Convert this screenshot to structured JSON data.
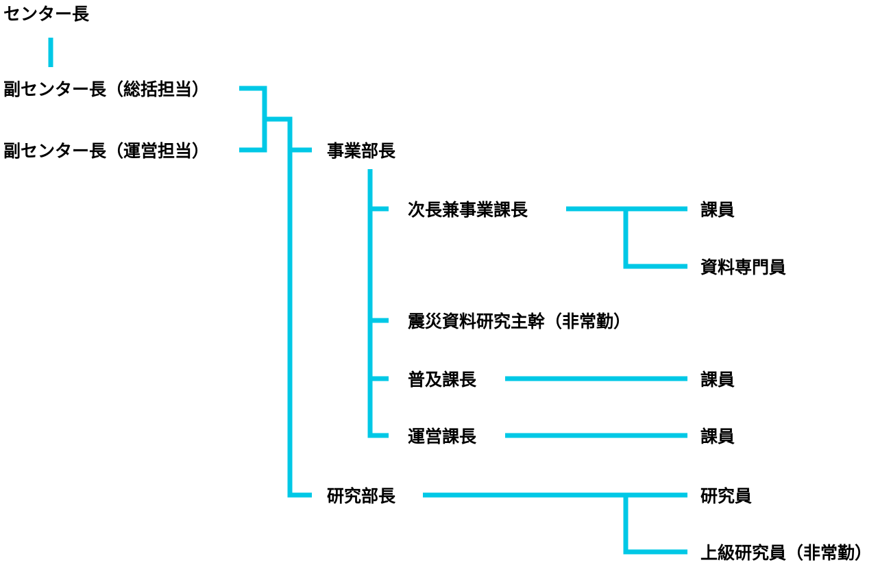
{
  "colors": {
    "line": "#00c8e6",
    "text": "#000000",
    "background": "#ffffff"
  },
  "org": {
    "director": "センター長",
    "deputy_general": "副センター長（総括担当）",
    "deputy_operations": "副センター長（運営担当）",
    "business_dept": {
      "head": "事業部長",
      "units": [
        {
          "head": "次長兼事業課長",
          "members": [
            "課員",
            "資料専門員"
          ]
        },
        {
          "head": "震災資料研究主幹（非常勤）",
          "members": []
        },
        {
          "head": "普及課長",
          "members": [
            "課員"
          ]
        },
        {
          "head": "運営課長",
          "members": [
            "課員"
          ]
        }
      ]
    },
    "research_dept": {
      "head": "研究部長",
      "members": [
        "研究員",
        "上級研究員（非常勤）"
      ]
    }
  }
}
